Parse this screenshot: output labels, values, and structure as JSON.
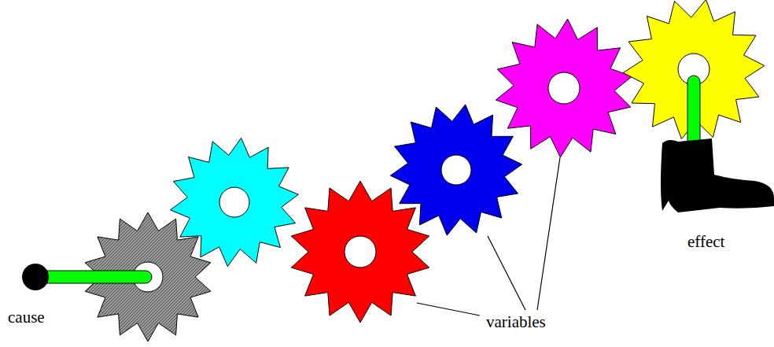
{
  "diagram": {
    "labels": [
      "cause",
      "variables",
      "effect"
    ]
  }
}
